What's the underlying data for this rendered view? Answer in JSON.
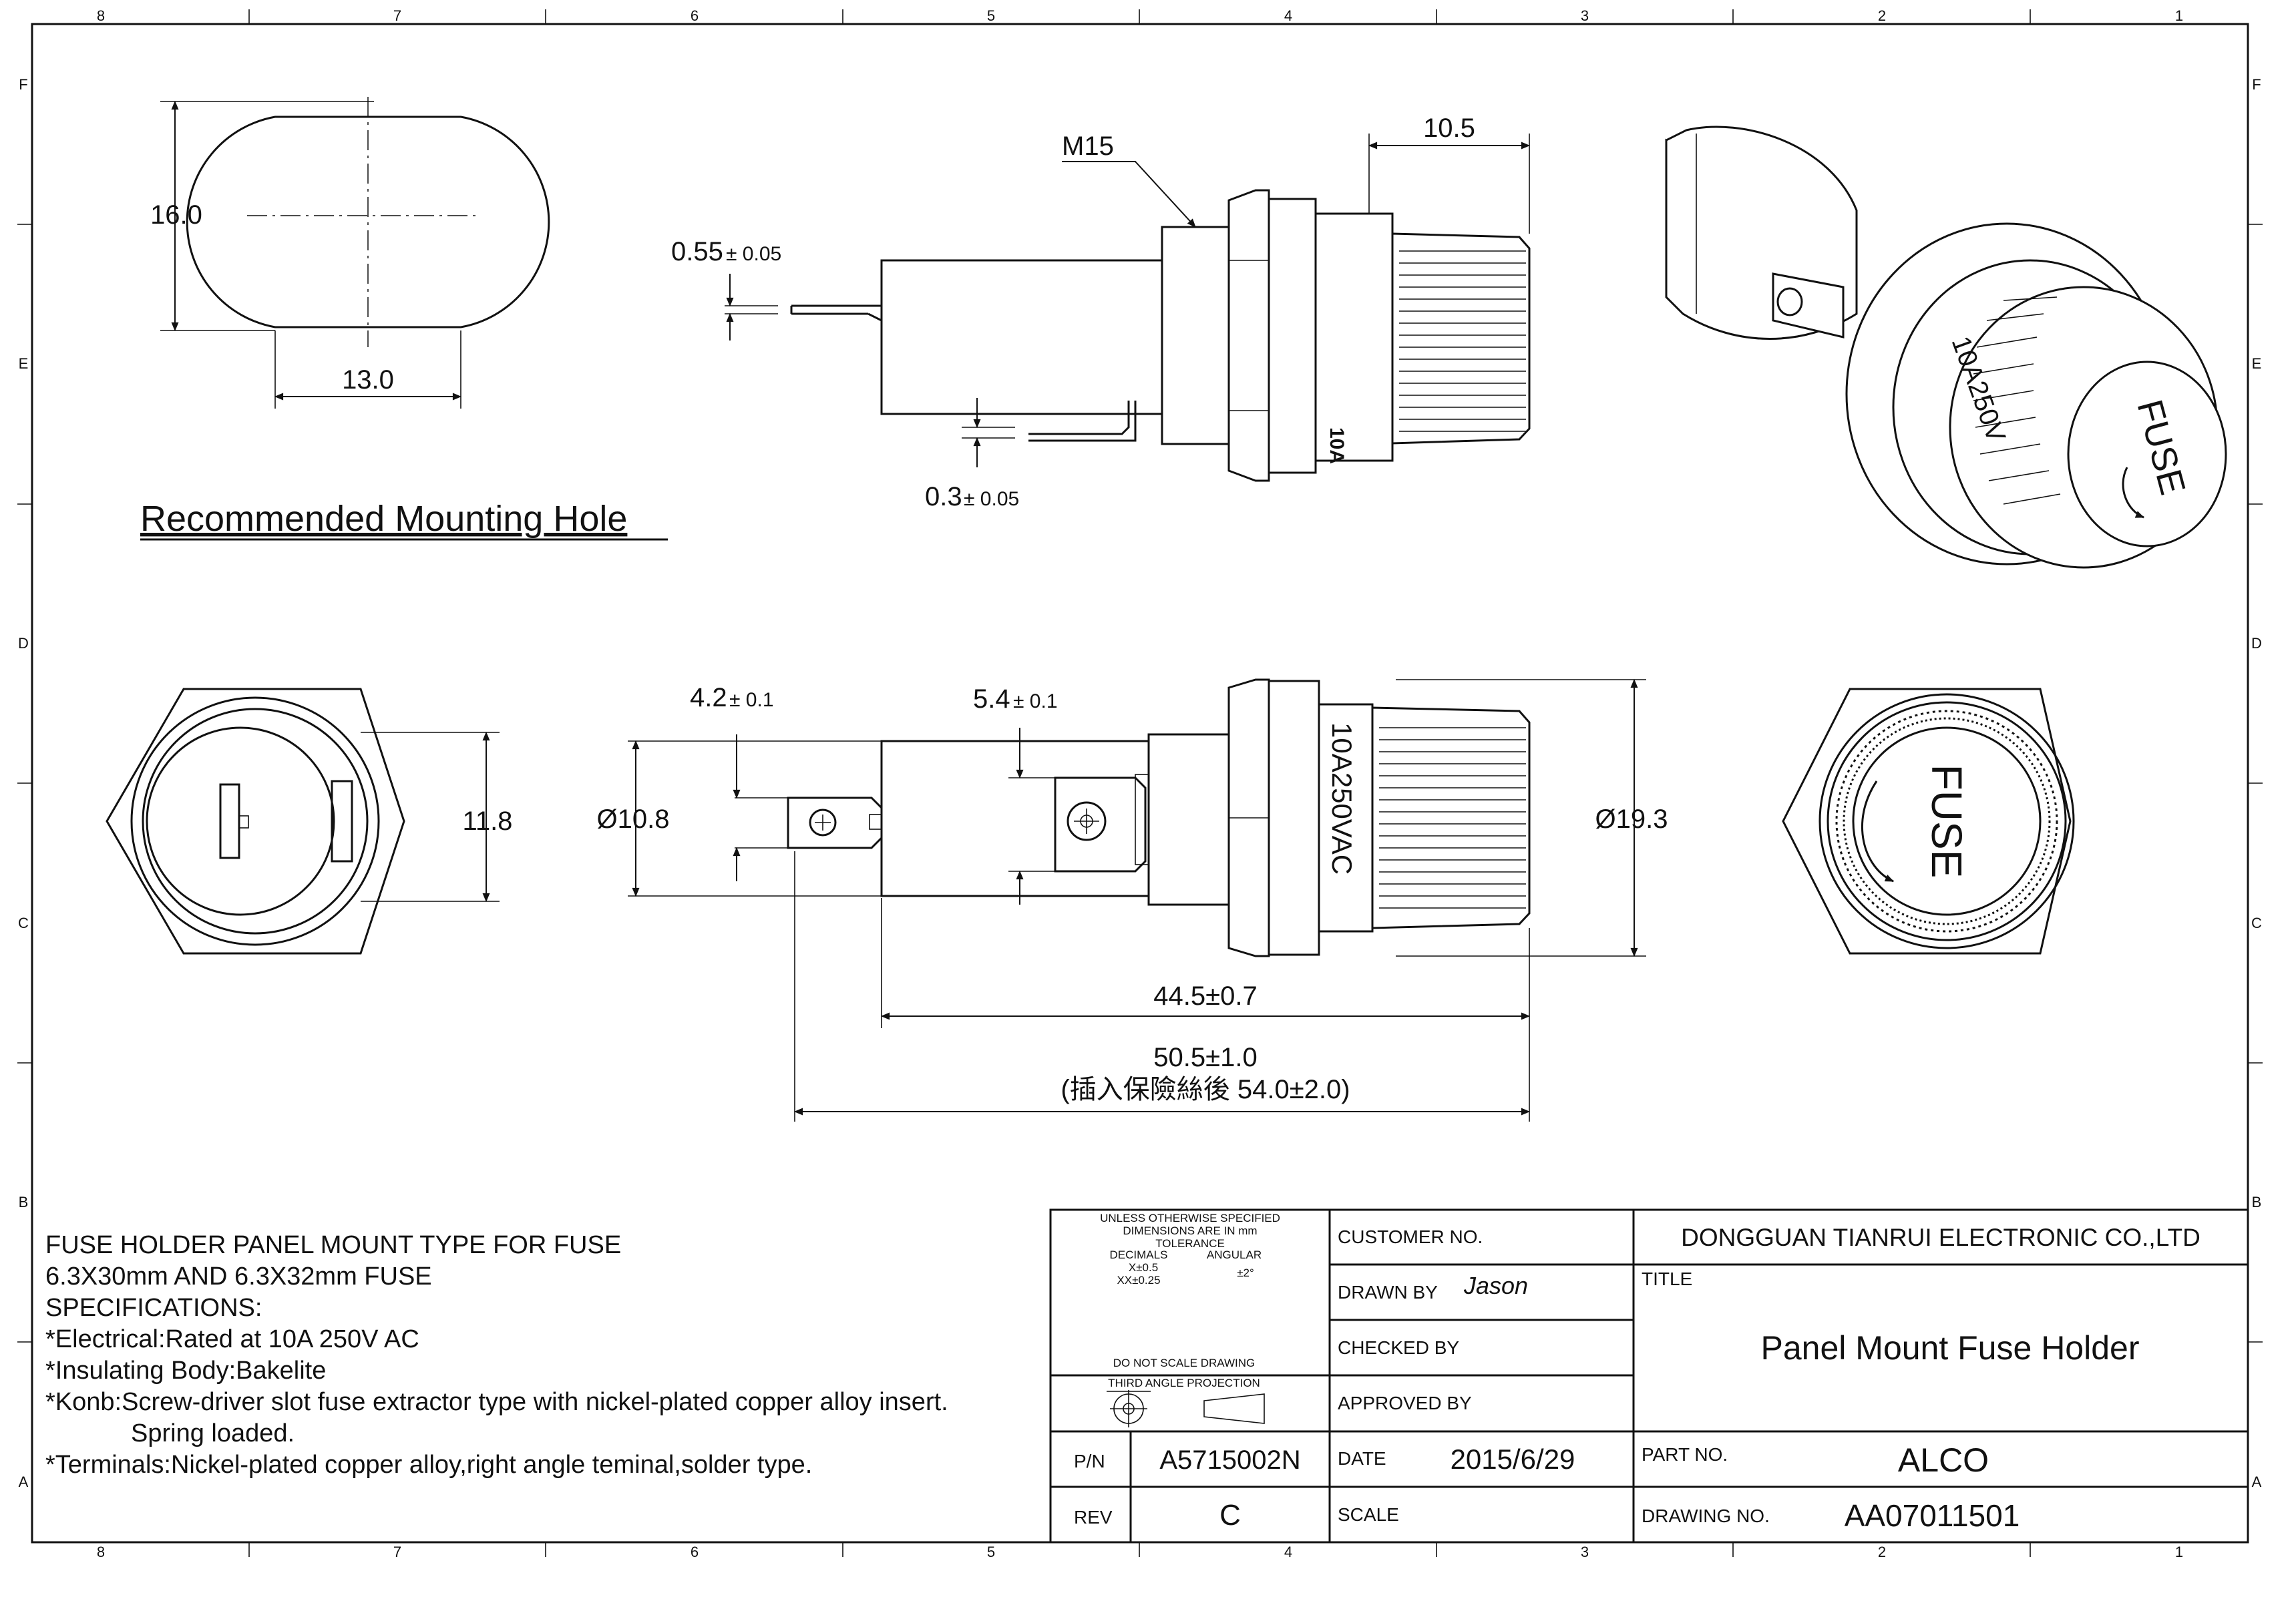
{
  "border": {
    "columns": [
      "8",
      "7",
      "6",
      "5",
      "4",
      "3",
      "2",
      "1"
    ],
    "rows": [
      "F",
      "E",
      "D",
      "C",
      "B",
      "A"
    ]
  },
  "mounting_hole": {
    "title": "Recommended Mounting Hole",
    "height_dim": "16.0",
    "width_dim": "13.0"
  },
  "side_view": {
    "thread": "M15",
    "knob_length": "10.5",
    "terminal_thickness": "0.55",
    "terminal_thickness_tol": "± 0.05",
    "terminal_gap": "0.3",
    "terminal_gap_tol": "± 0.05",
    "rating_partial": "10A"
  },
  "front_view": {
    "tab1_width": "4.2",
    "tab1_tol": "± 0.1",
    "tab2_width": "5.4",
    "tab2_tol": "± 0.1",
    "body_dia": "Ø10.8",
    "knob_dia": "Ø19.3",
    "rating": "10A250VAC",
    "length1": "44.5±0.7",
    "length2": "50.5±1.0",
    "length2_note": "(插入保險絲後 54.0±2.0)"
  },
  "rear_view": {
    "flat_dim": "11.8"
  },
  "knob_view": {
    "label": "FUSE"
  },
  "iso_view": {
    "rating": "10A250V",
    "label": "FUSE"
  },
  "notes": [
    "FUSE HOLDER PANEL MOUNT TYPE FOR FUSE",
    "6.3X30mm AND 6.3X32mm FUSE",
    "SPECIFICATIONS:",
    "*Electrical:Rated at 10A 250V AC",
    "*Insulating Body:Bakelite",
    "*Konb:Screw-driver slot fuse extractor type with nickel-plated copper alloy insert.",
    "Spring loaded.",
    "*Terminals:Nickel-plated copper alloy,right angle teminal,solder type."
  ],
  "title_block": {
    "tolerance": {
      "line1": "UNLESS OTHERWISE SPECIFIED",
      "line2": "DIMENSIONS ARE IN mm",
      "line3": "TOLERANCE",
      "decimals_label": "DECIMALS",
      "angular_label": "ANGULAR",
      "x_tol": "X±0.5",
      "xx_tol": "XX±0.25",
      "angular_tol": "±2°",
      "no_scale": "DO NOT SCALE DRAWING",
      "projection": "THIRD ANGLE PROJECTION"
    },
    "pn_label": "P/N",
    "pn_value": "A5715002N",
    "rev_label": "REV",
    "rev_value": "C",
    "customer_label": "CUSTOMER NO.",
    "drawn_label": "DRAWN BY",
    "drawn_value": "Jason",
    "checked_label": "CHECKED BY",
    "approved_label": "APPROVED BY",
    "date_label": "DATE",
    "date_value": "2015/6/29",
    "scale_label": "SCALE",
    "company": "DONGGUAN TIANRUI ELECTRONIC CO.,LTD",
    "title_label": "TITLE",
    "title_value": "Panel Mount Fuse Holder",
    "part_label": "PART NO.",
    "part_value": "ALCO",
    "drawing_label": "DRAWING NO.",
    "drawing_value": "AA07011501"
  }
}
